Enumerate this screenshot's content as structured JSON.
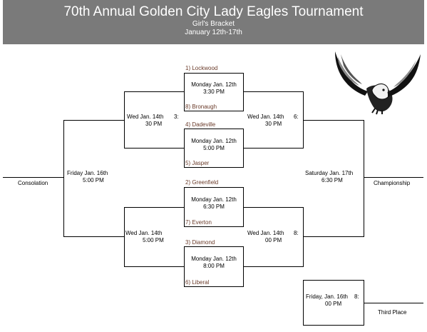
{
  "header": {
    "title": "70th Annual Golden City Lady Eagles Tournament",
    "subtitle": "Girl's Bracket",
    "dates": "January 12th-17th"
  },
  "teams": {
    "t1": "1) Lockwood",
    "t8": "8) Bronaugh",
    "t4": "4) Dadeville",
    "t5": "5) Jasper",
    "t2": "2) Greenfield",
    "t7": "7) Everton",
    "t3": "3) Diamond",
    "t6": "6) Liberal"
  },
  "games": {
    "g1": {
      "day": "Monday Jan. 12th",
      "time": "3:30 PM"
    },
    "g2": {
      "day": "Monday Jan. 12th",
      "time": "5:00 PM"
    },
    "g3": {
      "day": "Monday Jan. 12th",
      "time": "6:30 PM"
    },
    "g4": {
      "day": "Monday Jan. 12th",
      "time": "8:00 PM"
    },
    "cons_semi_top": {
      "day": "Wed Jan. 14th",
      "num": "3:",
      "time": "30 PM"
    },
    "cons_semi_bot": {
      "day": "Wed Jan. 14th",
      "time": "5:00 PM"
    },
    "semi_top": {
      "day": "Wed Jan. 14th",
      "num": "6:",
      "time": "30 PM"
    },
    "semi_bot": {
      "day": "Wed Jan. 14th",
      "num": "8:",
      "time": "00 PM"
    },
    "cons_final": {
      "day": "Friday Jan. 16th",
      "time": "5:00 PM"
    },
    "final": {
      "day": "Saturday Jan. 17th",
      "time": "6:30 PM"
    },
    "third": {
      "day": "Friday, Jan. 16th",
      "num": "8:",
      "time": "00 PM"
    }
  },
  "labels": {
    "consolation": "Consolation",
    "championship": "Championship",
    "third_place": "Third Place"
  },
  "logo": {
    "icon": "eagle-icon"
  }
}
